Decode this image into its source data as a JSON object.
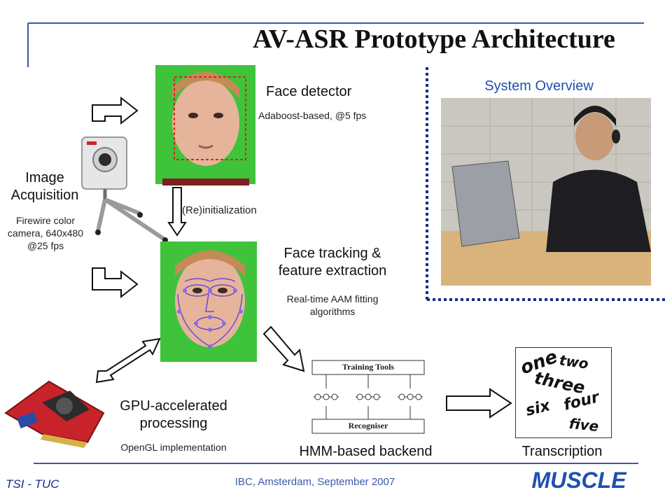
{
  "title": "AV-ASR Prototype Architecture",
  "image_acquisition": {
    "heading_line1": "Image",
    "heading_line2": "Acquisition",
    "detail_line1": "Firewire color",
    "detail_line2": "camera, 640x480",
    "detail_line3": "@25 fps"
  },
  "face_detector": {
    "heading": "Face detector",
    "detail": "Adaboost-based, @5 fps"
  },
  "reinit_label": "(Re)initialization",
  "face_tracking": {
    "heading_line1": "Face tracking &",
    "heading_line2": "feature extraction",
    "detail_line1": "Real-time AAM fitting",
    "detail_line2": "algorithms"
  },
  "gpu": {
    "heading_line1": "GPU-accelerated",
    "heading_line2": "processing",
    "detail": "OpenGL implementation"
  },
  "hmm": {
    "label": "HMM-based backend",
    "training_box": "Training Tools",
    "recogniser_box": "Recogniser"
  },
  "transcription": {
    "label": "Transcription",
    "words": [
      "one",
      "two",
      "three",
      "six",
      "four",
      "five"
    ]
  },
  "system_overview": {
    "label": "System Overview"
  },
  "footer": {
    "left": "TSI - TUC",
    "center": "IBC, Amsterdam, September 2007",
    "right": "MUSCLE"
  },
  "colors": {
    "accent_blue": "#1f4fb0",
    "footer_line": "#3a5aa8",
    "face_bg": "#3fc33a"
  }
}
